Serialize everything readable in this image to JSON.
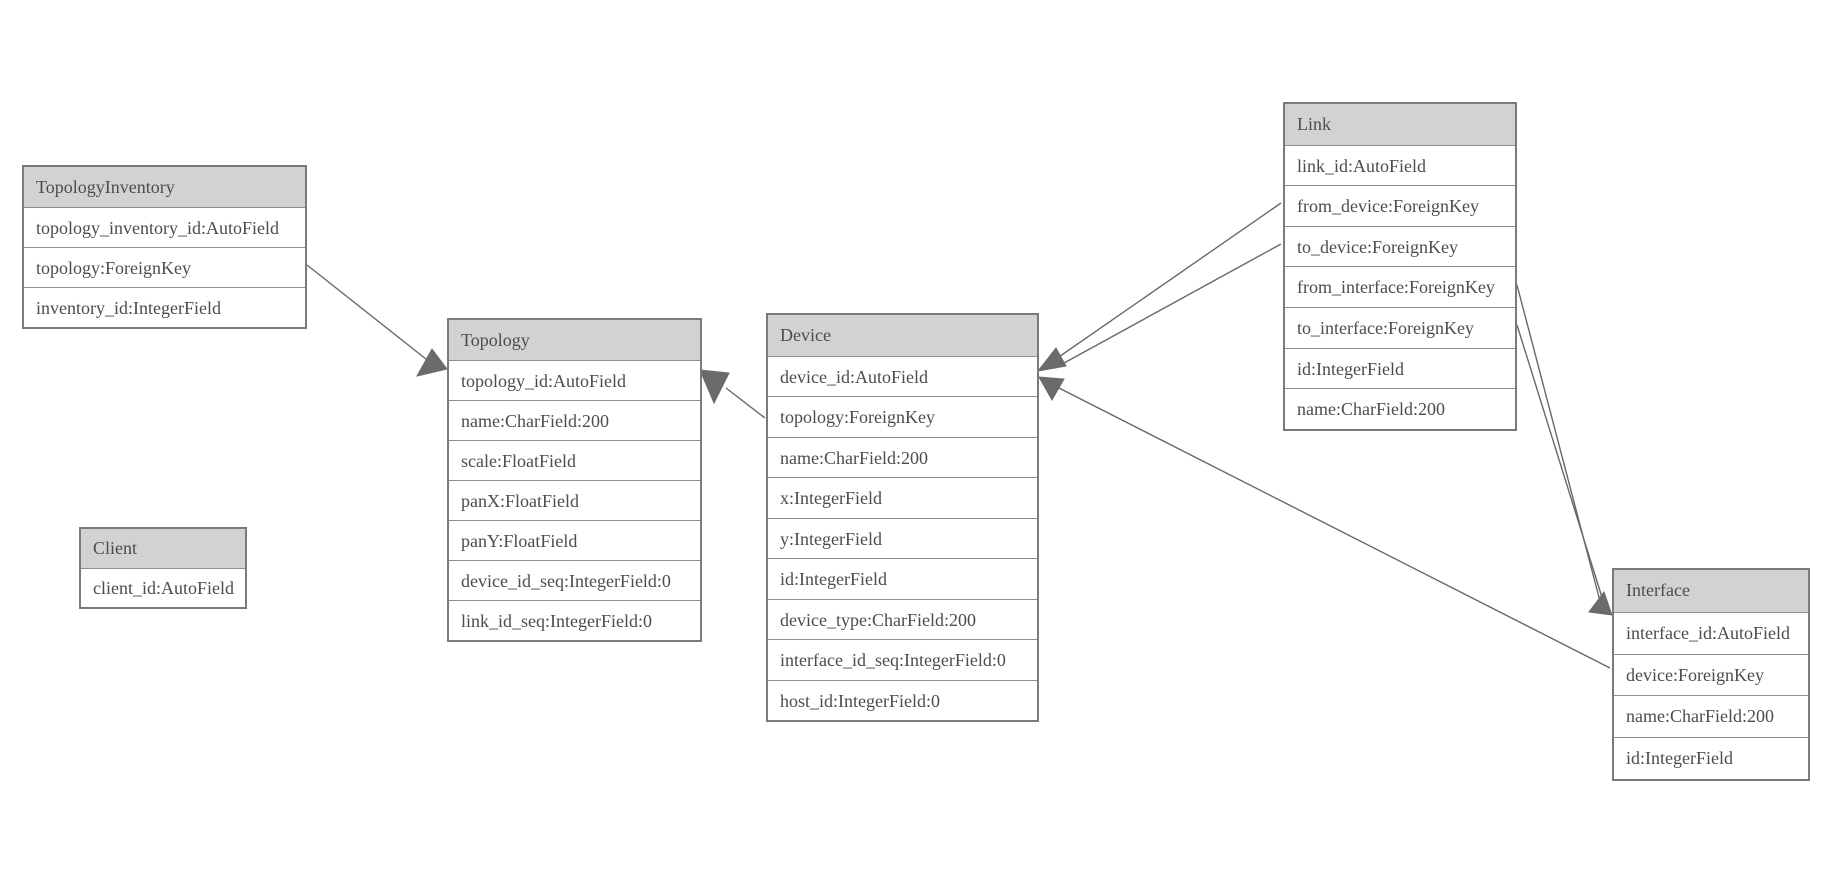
{
  "diagram": {
    "colors": {
      "background": "#ffffff",
      "header_fill": "#d2d2d2",
      "border": "#7a7a7a",
      "row_separator": "#8c8c8c",
      "text": "#4c4c4c",
      "edge": "#686868",
      "arrowhead": "#6b6b6b"
    },
    "entities": [
      {
        "name": "TopologyInventory",
        "fields": [
          "topology_inventory_id:AutoField",
          "topology:ForeignKey",
          "inventory_id:IntegerField"
        ]
      },
      {
        "name": "Topology",
        "fields": [
          "topology_id:AutoField",
          "name:CharField:200",
          "scale:FloatField",
          "panX:FloatField",
          "panY:FloatField",
          "device_id_seq:IntegerField:0",
          "link_id_seq:IntegerField:0"
        ]
      },
      {
        "name": "Client",
        "fields": [
          "client_id:AutoField"
        ]
      },
      {
        "name": "Device",
        "fields": [
          "device_id:AutoField",
          "topology:ForeignKey",
          "name:CharField:200",
          "x:IntegerField",
          "y:IntegerField",
          "id:IntegerField",
          "device_type:CharField:200",
          "interface_id_seq:IntegerField:0",
          "host_id:IntegerField:0"
        ]
      },
      {
        "name": "Link",
        "fields": [
          "link_id:AutoField",
          "from_device:ForeignKey",
          "to_device:ForeignKey",
          "from_interface:ForeignKey",
          "to_interface:ForeignKey",
          "id:IntegerField",
          "name:CharField:200"
        ]
      },
      {
        "name": "Interface",
        "fields": [
          "interface_id:AutoField",
          "device:ForeignKey",
          "name:CharField:200",
          "id:IntegerField"
        ]
      }
    ],
    "relationships": [
      {
        "from": "TopologyInventory.topology",
        "to": "Topology"
      },
      {
        "from": "Device.topology",
        "to": "Topology"
      },
      {
        "from": "Link.from_device",
        "to": "Device"
      },
      {
        "from": "Link.to_device",
        "to": "Device"
      },
      {
        "from": "Link.from_interface",
        "to": "Interface"
      },
      {
        "from": "Link.to_interface",
        "to": "Interface"
      },
      {
        "from": "Interface.device",
        "to": "Device"
      }
    ]
  }
}
